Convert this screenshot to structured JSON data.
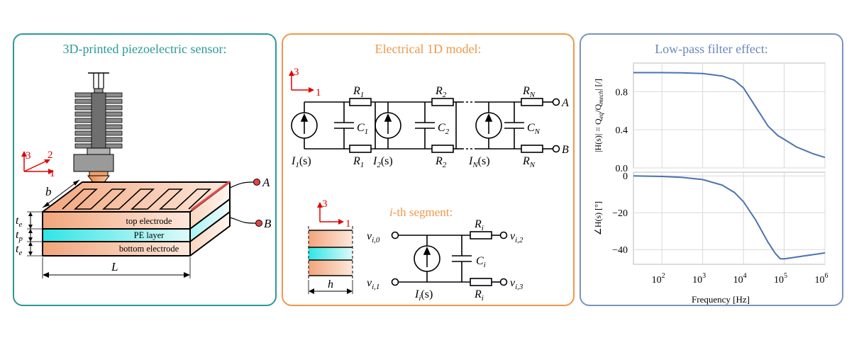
{
  "panel1": {
    "title": "3D-printed piezoelectric sensor:",
    "title_color": "#2b9a94",
    "axes": {
      "x": "1",
      "y": "2",
      "z": "3"
    },
    "layers": {
      "top": "top electrode",
      "middle": "PE layer",
      "bottom": "bottom electrode"
    },
    "dims": {
      "length": "L",
      "width": "b",
      "te_top": "t",
      "te_top_sub": "e",
      "tp": "t",
      "tp_sub": "p",
      "te_bottom": "t",
      "te_bottom_sub": "e"
    },
    "terminals": {
      "a": "A",
      "b": "B"
    }
  },
  "panel2": {
    "title": "Electrical 1D model:",
    "title_color": "#f0984a",
    "axes": {
      "z": "3",
      "x": "1"
    },
    "res_top": [
      {
        "s": "R",
        "sub": "1"
      },
      {
        "s": "R",
        "sub": "2"
      },
      {
        "s": "R",
        "sub": "N"
      }
    ],
    "res_bottom": [
      {
        "s": "R",
        "sub": "1"
      },
      {
        "s": "R",
        "sub": "2"
      },
      {
        "s": "R",
        "sub": "N"
      }
    ],
    "caps": [
      {
        "s": "C",
        "sub": "1"
      },
      {
        "s": "C",
        "sub": "2"
      },
      {
        "s": "C",
        "sub": "N"
      }
    ],
    "sources": [
      {
        "s": "I",
        "sub": "1",
        "arg": "(s)"
      },
      {
        "s": "I",
        "sub": "2",
        "arg": "(s)"
      },
      {
        "s": "I",
        "sub": "N",
        "arg": "(s)"
      }
    ],
    "terminals": {
      "a": "A",
      "b": "B"
    },
    "segment": {
      "title_italic": "i",
      "title_rest": "-th segment:",
      "axes": {
        "z": "3",
        "x": "1"
      },
      "h": "h",
      "nodes": {
        "v0": "i,0",
        "v1": "i,1",
        "v2": "i,2",
        "v3": "i,3"
      },
      "v": "v",
      "r": {
        "s": "R",
        "sub": "i"
      },
      "c": {
        "s": "C",
        "sub": "i"
      },
      "src": {
        "s": "I",
        "sub": "i",
        "arg": "(s)"
      }
    }
  },
  "panel3": {
    "title": "Low-pass filter effect:",
    "title_color": "#6a86bd",
    "xlabel": "Frequency [Hz]"
  },
  "chart_data": [
    {
      "type": "line",
      "ylabel_parts": [
        "|H(s)| = Q",
        "eq",
        "/Q",
        "mech",
        "| [/]"
      ],
      "x_scale": "log",
      "xlim": [
        20,
        1000000
      ],
      "ylim": [
        0.0,
        1.1
      ],
      "yticks": [
        "0.0",
        "0.4",
        "0.8"
      ],
      "grid": true,
      "series": [
        {
          "color": "#4c72b0",
          "x": [
            20,
            100,
            300,
            1000,
            3000,
            6000,
            10000,
            20000,
            40000,
            70000,
            100000,
            200000,
            500000,
            1000000
          ],
          "y": [
            1.0,
            1.0,
            0.998,
            0.99,
            0.965,
            0.92,
            0.84,
            0.64,
            0.44,
            0.34,
            0.3,
            0.22,
            0.15,
            0.11
          ]
        }
      ]
    },
    {
      "type": "line",
      "ylabel_parts": [
        "∠H(s) [°]"
      ],
      "x_scale": "log",
      "xlim": [
        20,
        1000000
      ],
      "ylim": [
        -48,
        2
      ],
      "yticks": [
        "0",
        "−20",
        "−40"
      ],
      "xtick_base": "10",
      "xtick_exps": [
        "2",
        "3",
        "4",
        "5",
        "6"
      ],
      "grid": true,
      "series": [
        {
          "color": "#4c72b0",
          "x": [
            20,
            100,
            300,
            1000,
            3000,
            6000,
            10000,
            20000,
            40000,
            60000,
            80000,
            100000,
            150000,
            300000,
            1000000
          ],
          "y": [
            0,
            -0.3,
            -0.8,
            -2,
            -5,
            -9,
            -14,
            -24,
            -36,
            -42,
            -45,
            -45,
            -44.5,
            -43.5,
            -41.8
          ]
        }
      ]
    }
  ]
}
